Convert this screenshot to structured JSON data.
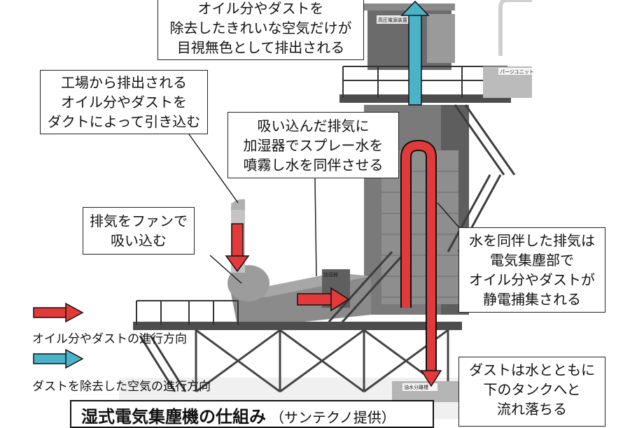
{
  "callouts": {
    "top": [
      "オイル分やダストを",
      "除去したきれいな空気だけが",
      "目視無色として排出される"
    ],
    "duct": [
      "工場から排出される",
      "オイル分やダストを",
      "ダクトによって引き込む"
    ],
    "humidifier": [
      "吸い込んだ排気に",
      "加湿器でスプレー水を",
      "噴霧し水を同伴させる"
    ],
    "fan": [
      "排気をファンで",
      "吸い込む"
    ],
    "electrostatic": [
      "水を同伴した排気は",
      "電気集塵部で",
      "オイル分やダストが",
      "静電捕集される"
    ],
    "tank": [
      "ダストは水とともに",
      "下のタンクへと",
      "流れ落ちる"
    ]
  },
  "legend": {
    "dust_flow": "オイル分やダストの進行方向",
    "clean_air_flow": "ダストを除去した空気の進行方向"
  },
  "machine_labels": {
    "hv_panel": "高圧電源装置",
    "purge_unit": "パージユニット",
    "humidifier_tag": "加湿器",
    "tank_tag": "油水分離槽"
  },
  "title": {
    "main": "湿式電気集塵機の仕組み",
    "credit": "（サンテクノ提供）"
  },
  "colors": {
    "dust_arrow": "#e23a3a",
    "clean_arrow": "#4bb3c8",
    "machine_dark": "#5a5a5a",
    "machine_light": "#bdbdbd"
  }
}
